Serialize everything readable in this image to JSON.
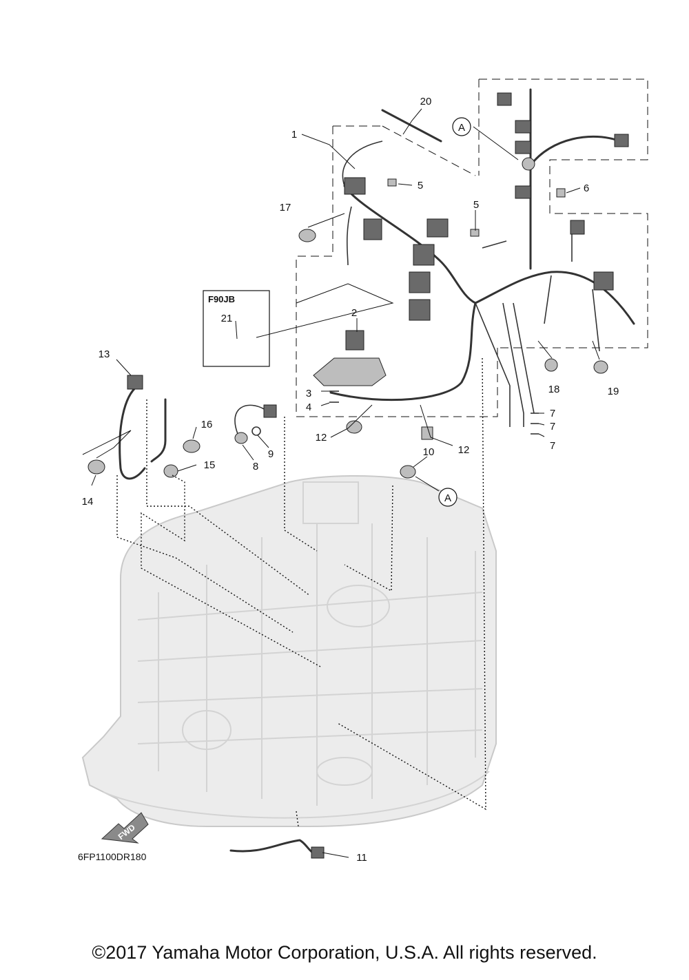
{
  "callouts": [
    {
      "id": "1",
      "text": "1"
    },
    {
      "id": "2",
      "text": "2"
    },
    {
      "id": "3",
      "text": "3"
    },
    {
      "id": "4",
      "text": "4"
    },
    {
      "id": "5a",
      "text": "5"
    },
    {
      "id": "5b",
      "text": "5"
    },
    {
      "id": "6",
      "text": "6"
    },
    {
      "id": "7a",
      "text": "7"
    },
    {
      "id": "7b",
      "text": "7"
    },
    {
      "id": "7c",
      "text": "7"
    },
    {
      "id": "8",
      "text": "8"
    },
    {
      "id": "9",
      "text": "9"
    },
    {
      "id": "10",
      "text": "10"
    },
    {
      "id": "11",
      "text": "11"
    },
    {
      "id": "12a",
      "text": "12"
    },
    {
      "id": "12b",
      "text": "12"
    },
    {
      "id": "13",
      "text": "13"
    },
    {
      "id": "14",
      "text": "14"
    },
    {
      "id": "15",
      "text": "15"
    },
    {
      "id": "16",
      "text": "16"
    },
    {
      "id": "17",
      "text": "17"
    },
    {
      "id": "18",
      "text": "18"
    },
    {
      "id": "19",
      "text": "19"
    },
    {
      "id": "20",
      "text": "20"
    },
    {
      "id": "21",
      "text": "21"
    }
  ],
  "reference_marks": [
    {
      "id": "A1",
      "text": "A"
    },
    {
      "id": "A2",
      "text": "A"
    }
  ],
  "model_box_label": "F90JB",
  "forward_arrow_label": "FWD",
  "diagram_code": "6FP1100DR180",
  "copyright": "©2017 Yamaha Motor Corporation, U.S.A. All rights reserved."
}
